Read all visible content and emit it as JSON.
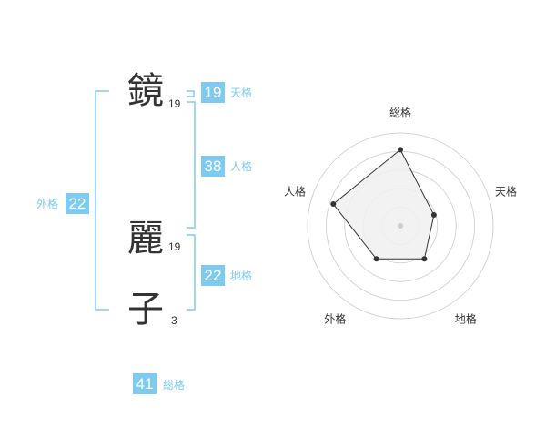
{
  "name": {
    "chars": [
      {
        "char": "鏡",
        "strokes": "19"
      },
      {
        "char": "麗",
        "strokes": "19"
      },
      {
        "char": "子",
        "strokes": "3"
      }
    ]
  },
  "fortune": {
    "tenkaku": {
      "value": "19",
      "label": "天格"
    },
    "jinkaku": {
      "value": "38",
      "label": "人格"
    },
    "chikaku": {
      "value": "22",
      "label": "地格"
    },
    "gaikaku": {
      "value": "22",
      "label": "外格"
    },
    "soukaku": {
      "value": "41",
      "label": "総格"
    }
  },
  "colors": {
    "accent": "#7ecbf1",
    "text": "#333333",
    "grid": "#cccccc",
    "area": "#f0f0f0"
  },
  "chart_data": {
    "type": "radar",
    "axes": [
      "総格",
      "天格",
      "地格",
      "外格",
      "人格"
    ],
    "values": [
      41,
      19,
      22,
      22,
      38
    ],
    "range": [
      0,
      50
    ],
    "grid": true
  }
}
